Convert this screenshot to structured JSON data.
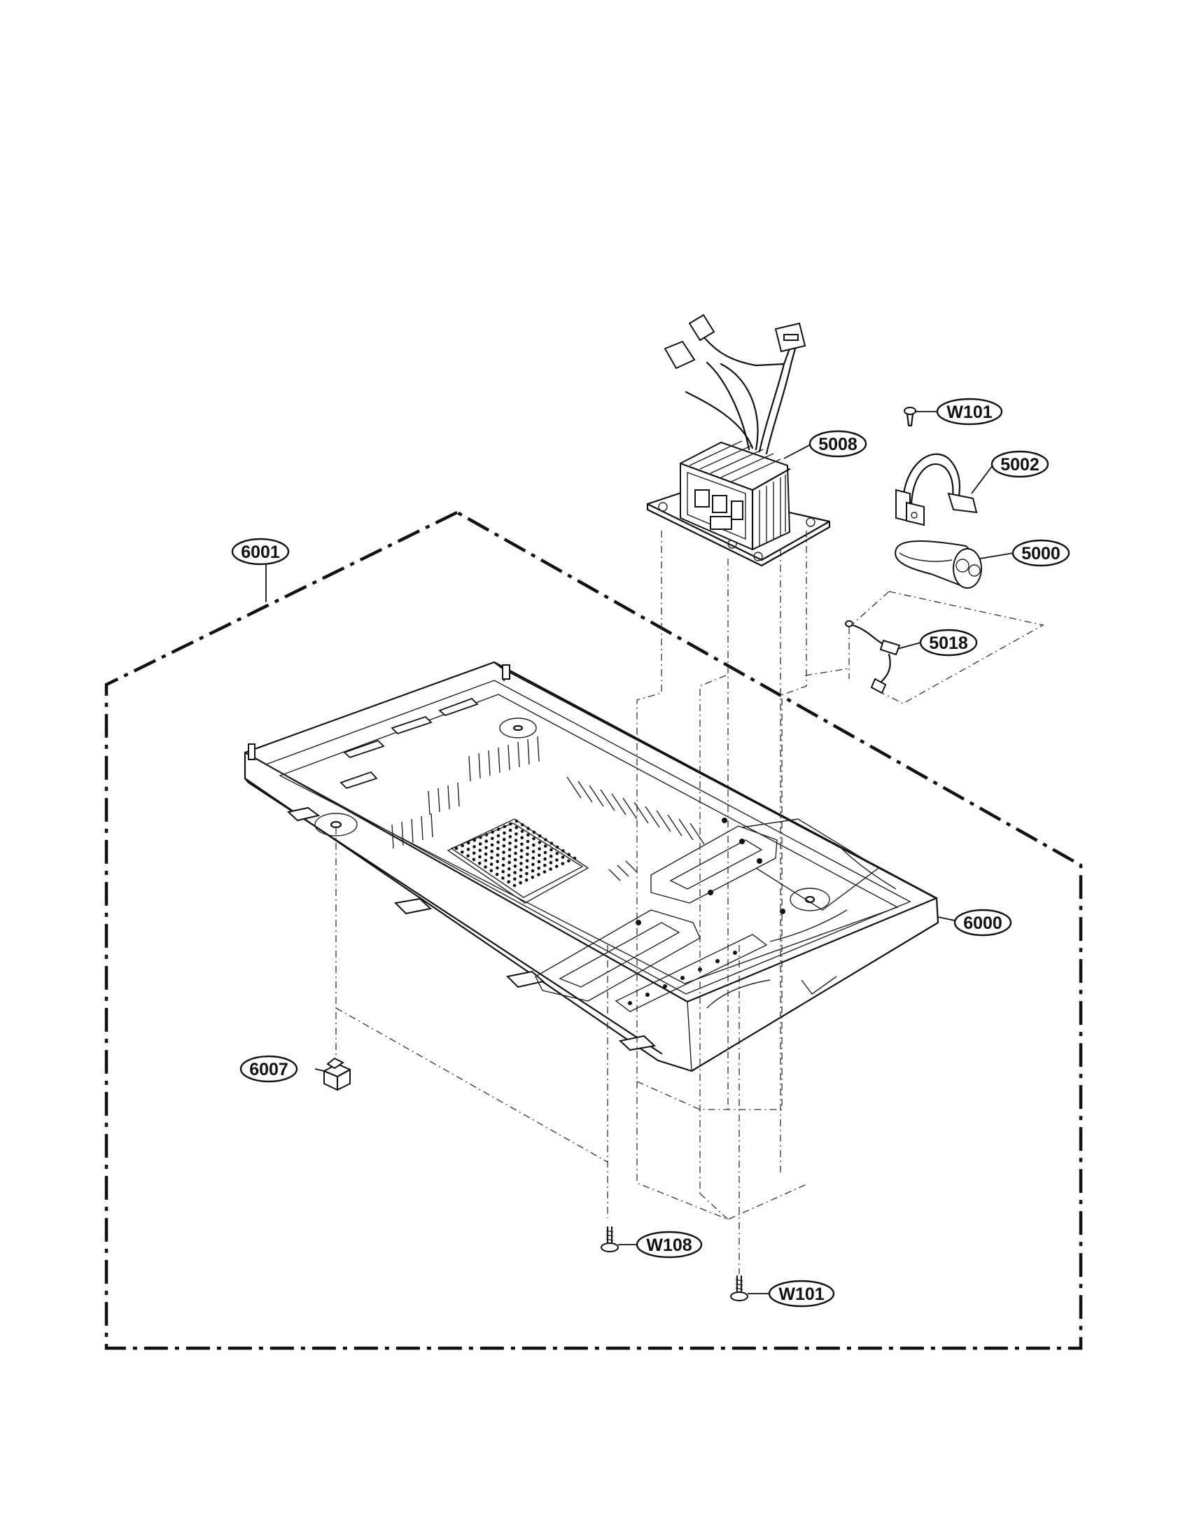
{
  "callouts": {
    "w101_top": "W101",
    "p5008": "5008",
    "p5002": "5002",
    "p5000": "5000",
    "p5018": "5018",
    "p6001": "6001",
    "p6000": "6000",
    "p6007": "6007",
    "w108": "W108",
    "w101_bottom": "W101"
  }
}
